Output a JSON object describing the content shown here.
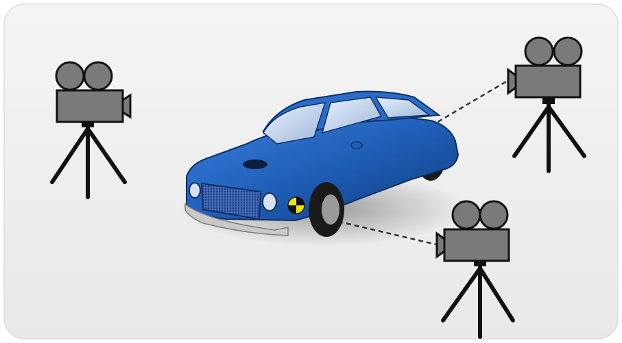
{
  "scene": {
    "description_free": true,
    "cameras": [
      {
        "name": "camera-left",
        "tracking": false
      },
      {
        "name": "camera-top-right",
        "tracking": true
      },
      {
        "name": "camera-bottom-right",
        "tracking": true
      }
    ],
    "car": {
      "color": "#1f5fb8",
      "target_marker": "crash-test-marker"
    }
  },
  "colors": {
    "background_panel": "#efefef",
    "camera_body": "#7a7a7a",
    "camera_outline": "#111111",
    "tripod": "#111111",
    "car_body": "#1f5fb8",
    "car_dark": "#123a78",
    "marker_yellow": "#f2e600",
    "sightline": "#333333"
  }
}
